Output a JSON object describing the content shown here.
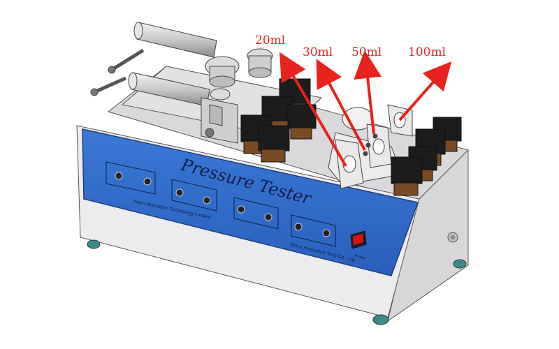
{
  "annotations": {
    "labels": [
      "20ml",
      "30ml",
      "50ml",
      "100ml"
    ],
    "color": "#e8231d"
  },
  "panel": {
    "title": "Pressure Tester",
    "company_line": "Xinyu Innovation Technology Limited",
    "footer_line": "Xinyu Innovation Tech Co., Ltd",
    "switch_label": "Power"
  },
  "colors": {
    "panel_blue": "#2f69c9",
    "body_gray": "#e4e4e6",
    "valve_black": "#1c1c1c",
    "valve_copper": "#7a4a22",
    "switch_red": "#e01010"
  }
}
